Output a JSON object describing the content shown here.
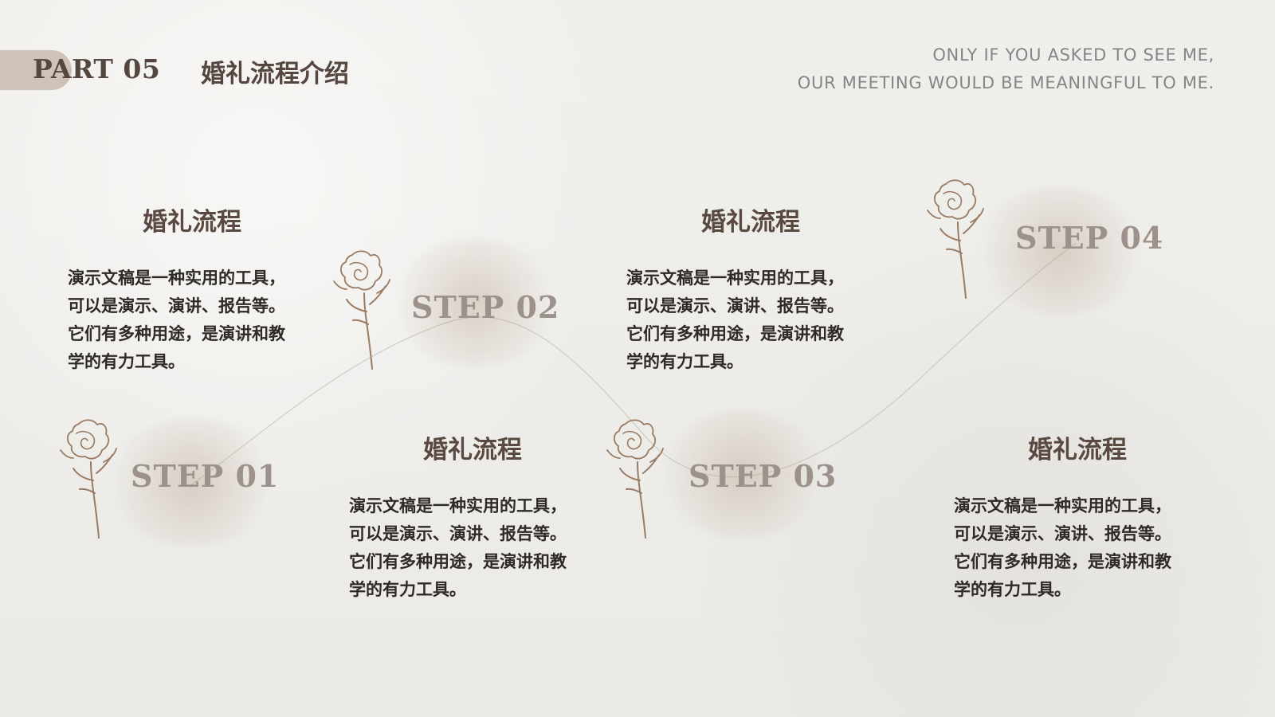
{
  "header": {
    "part": "PART  05",
    "title": "婚礼流程介绍"
  },
  "quote": {
    "line1": "ONLY IF YOU ASKED TO SEE ME,",
    "line2": "OUR MEETING WOULD BE MEANINGFUL TO ME."
  },
  "steps": [
    {
      "label": "STEP  01"
    },
    {
      "label": "STEP  02"
    },
    {
      "label": "STEP  03"
    },
    {
      "label": "STEP  04"
    }
  ],
  "sections": [
    {
      "title": "婚礼流程",
      "body": "演示文稿是一种实用的工具，\n可以是演示、演讲、报告等。\n它们有多种用途，是演讲和教\n学的有力工具。"
    },
    {
      "title": "婚礼流程",
      "body": "演示文稿是一种实用的工具，\n可以是演示、演讲、报告等。\n它们有多种用途，是演讲和教\n学的有力工具。"
    },
    {
      "title": "婚礼流程",
      "body": "演示文稿是一种实用的工具，\n可以是演示、演讲、报告等。\n它们有多种用途，是演讲和教\n学的有力工具。"
    },
    {
      "title": "婚礼流程",
      "body": "演示文稿是一种实用的工具，\n可以是演示、演讲、报告等。\n它们有多种用途，是演讲和教\n学的有力工具。"
    }
  ],
  "colors": {
    "accent": "#cbbdb1",
    "title": "#55463f",
    "step": "#9d928b",
    "text": "#2f2a27",
    "quote": "#858585"
  },
  "icons": {
    "flower": "rose-line-icon"
  }
}
